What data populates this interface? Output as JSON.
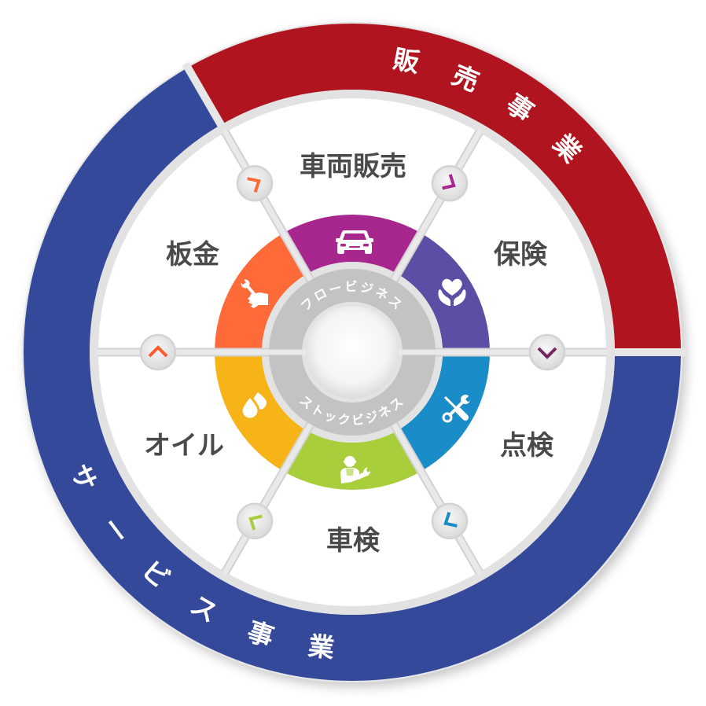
{
  "outer_ring": {
    "sales": {
      "label": "販売事業",
      "chars": [
        "販",
        "売",
        "事",
        "業"
      ],
      "color": "#b0141f"
    },
    "service": {
      "label": "サービス事業",
      "chars": [
        "サ",
        "ー",
        "ビ",
        "ス",
        "事",
        "業"
      ],
      "color": "#35499b"
    },
    "gap_color": "#e6e6e6"
  },
  "segments": [
    {
      "label": "車両販売",
      "icon": "car-icon",
      "color": "#a8278f"
    },
    {
      "label": "保険",
      "icon": "heart-hands-icon",
      "color": "#5a4fa5"
    },
    {
      "label": "点検",
      "icon": "wrench-screwdriver-icon",
      "color": "#1a8dc8"
    },
    {
      "label": "車検",
      "icon": "mechanic-icon",
      "color": "#a8ce3b"
    },
    {
      "label": "オイル",
      "icon": "oil-drops-icon",
      "color": "#f7b418"
    },
    {
      "label": "板金",
      "icon": "hand-wrench-icon",
      "color": "#fe6b38"
    }
  ],
  "inner_ring": {
    "top_label": "フロービジネス",
    "bottom_label": "ストックビジネス",
    "color": "#c3c3c3"
  },
  "flow_arrows": [
    {
      "position": "top-left",
      "direction": "up-right",
      "color": "#fe6b38"
    },
    {
      "position": "top-right",
      "direction": "down-right",
      "color": "#a8278f"
    },
    {
      "position": "right",
      "direction": "down",
      "color": "#74285f"
    },
    {
      "position": "bottom-right",
      "direction": "down-left",
      "color": "#1a8dc8"
    },
    {
      "position": "bottom-left",
      "direction": "up-left",
      "color": "#a8ce3b"
    },
    {
      "position": "left",
      "direction": "up",
      "color": "#ff5a2e"
    }
  ]
}
